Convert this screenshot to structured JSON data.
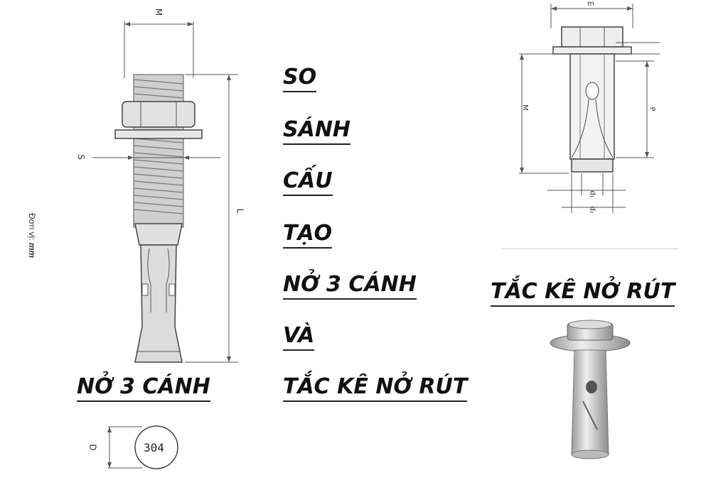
{
  "title_words": [
    "SO",
    "SÁNH",
    "CẤU",
    "TẠO",
    "NỞ 3 CÁNH",
    "VÀ",
    "TẮC KÊ NỞ RÚT"
  ],
  "left_drawing": {
    "caption": "NỞ 3 CÁNH",
    "dim_m": "M",
    "dim_s": "S",
    "dim_l": "L",
    "dim_d": "D",
    "unit_label": "Đơn vị: ",
    "unit_value": "mm",
    "material_mark": "304"
  },
  "right_drawing": {
    "caption": "TẮC KÊ NỞ RÚT",
    "dim_top": "m",
    "dim_m": "M",
    "dim_p": "P",
    "dim_d1": "d₁",
    "dim_d2": "d₂"
  },
  "colors": {
    "line": "#444444",
    "metal": "#d9d9d9",
    "text": "#111111"
  }
}
